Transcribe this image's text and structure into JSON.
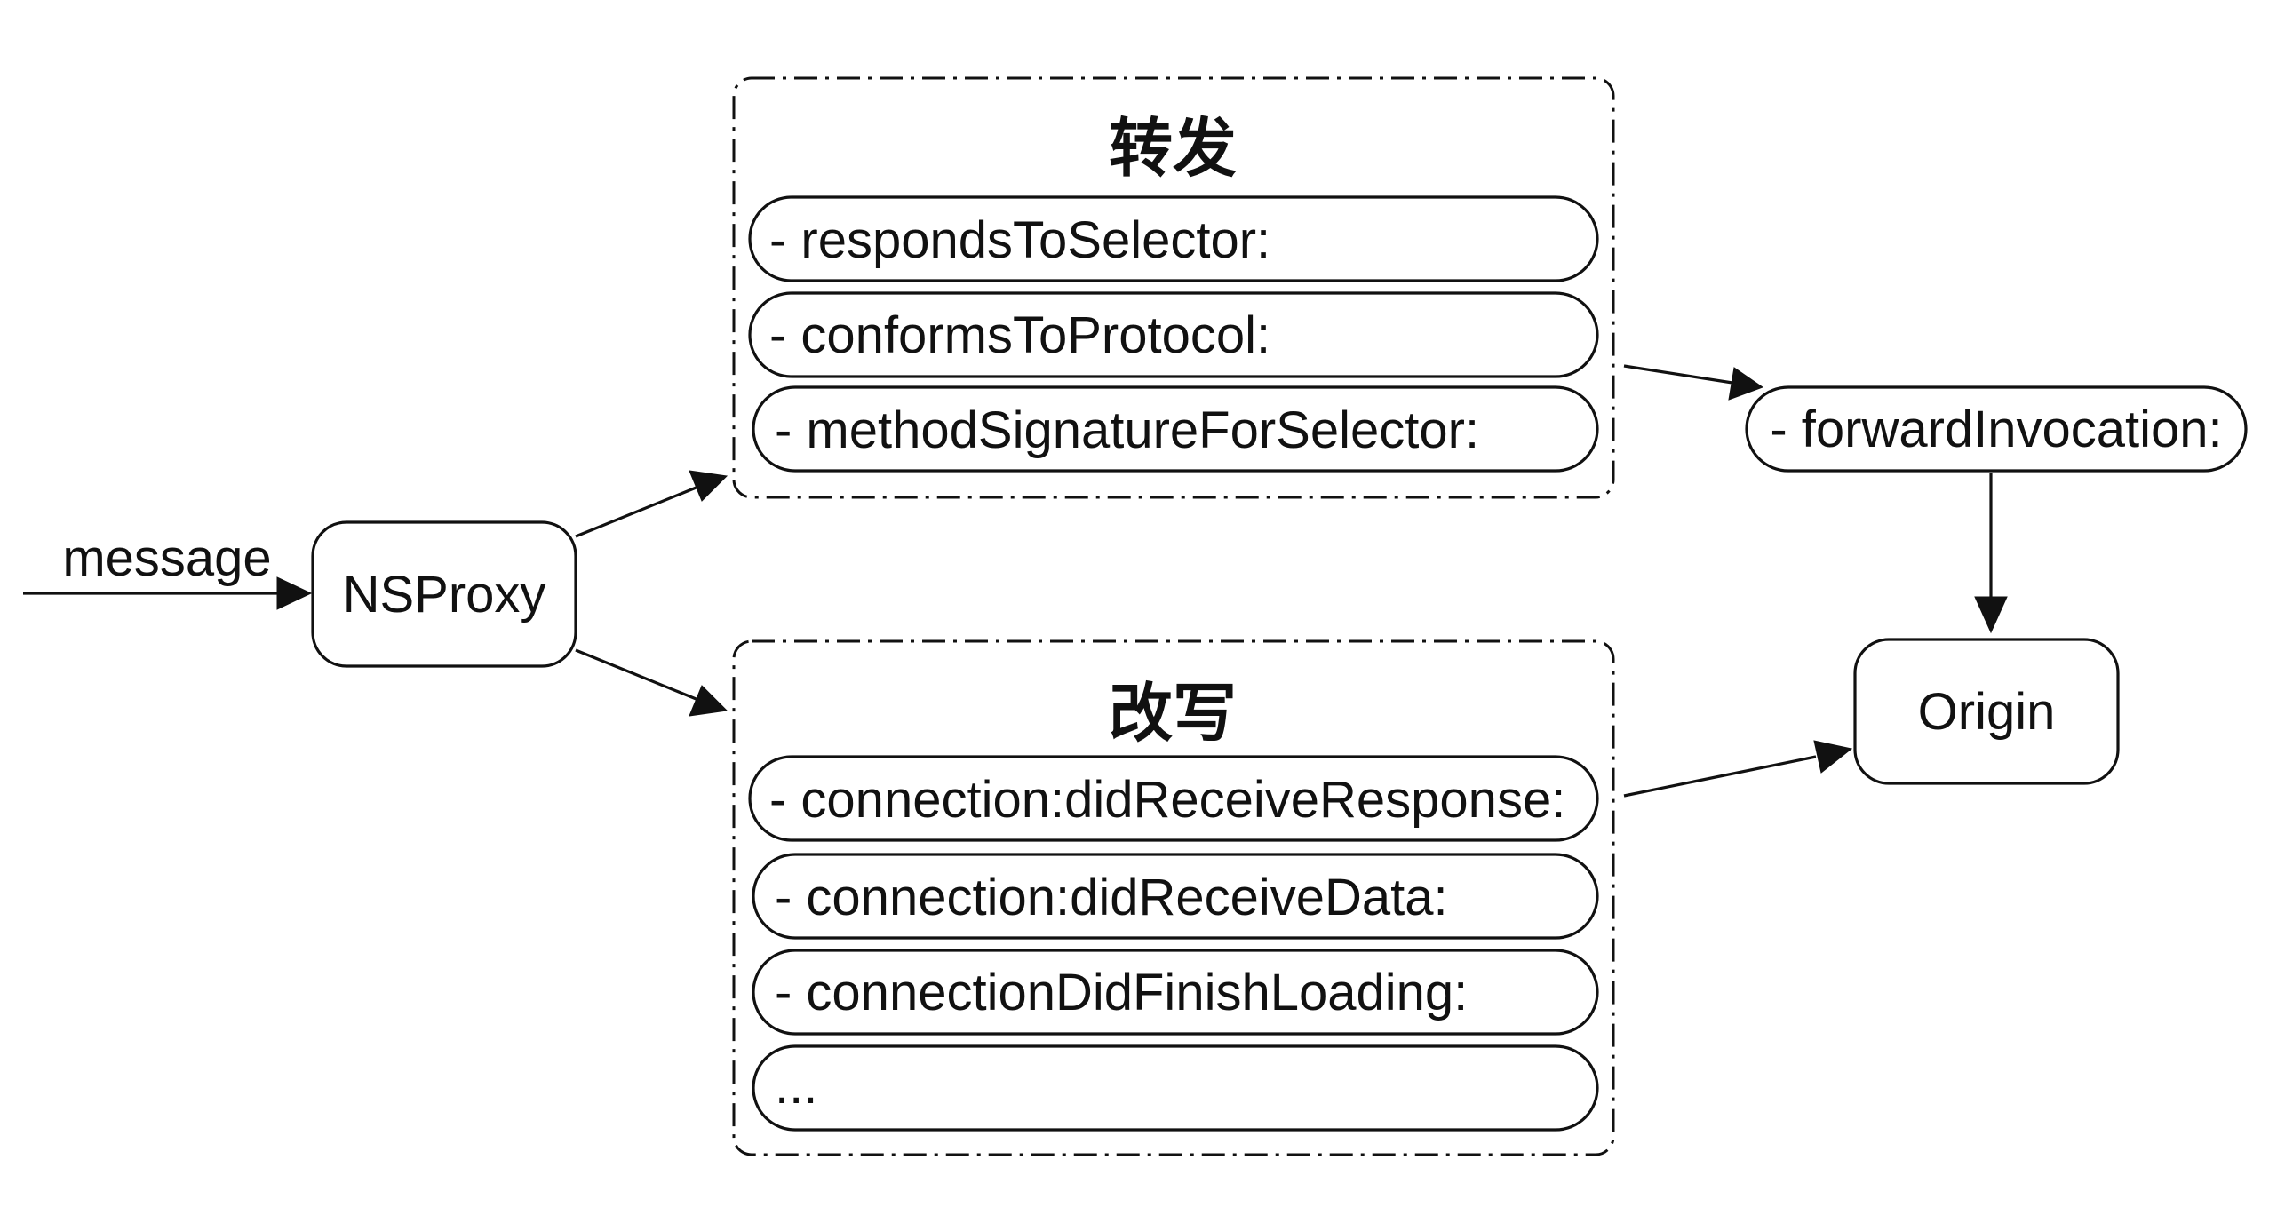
{
  "edge_label": "message",
  "nodes": {
    "proxy": "NSProxy",
    "forward": "- forwardInvocation:",
    "origin": "Origin"
  },
  "groups": {
    "forwarding": {
      "title": "转发",
      "items": [
        "- respondsToSelector:",
        "- conformsToProtocol:",
        "- methodSignatureForSelector:"
      ]
    },
    "rewriting": {
      "title": "改写",
      "items": [
        "- connection:didReceiveResponse:",
        "- connection:didReceiveData:",
        "- connectionDidFinishLoading:",
        "..."
      ]
    }
  }
}
